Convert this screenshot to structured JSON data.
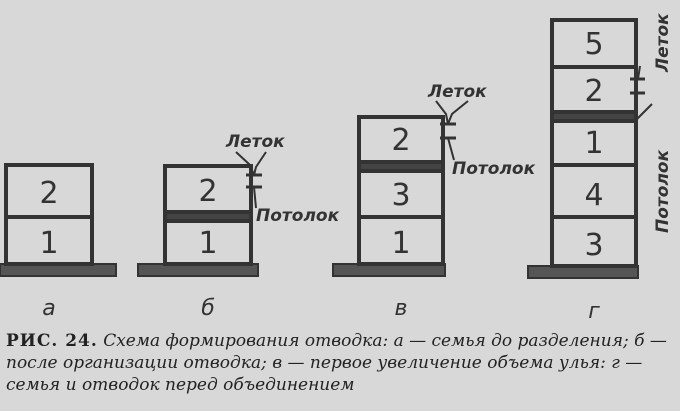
{
  "hives": [
    {
      "key": "a",
      "label": "а",
      "boxes": [
        "2",
        "1"
      ]
    },
    {
      "key": "b",
      "label": "б",
      "boxes": [
        "2",
        "1"
      ]
    },
    {
      "key": "v",
      "label": "в",
      "boxes": [
        "2",
        "3",
        "1"
      ]
    },
    {
      "key": "g",
      "label": "г",
      "boxes": [
        "5",
        "2",
        "1",
        "4",
        "3"
      ]
    }
  ],
  "labels": {
    "letok": "Леток",
    "potolok": "Потолок"
  },
  "caption": {
    "lead": "РИС. 24.",
    "text": "Схема формирования отводка: а — семья до разделения; б — после организации отводка; в — первое увеличение объема улья: г — семья и отводок перед объединением"
  }
}
